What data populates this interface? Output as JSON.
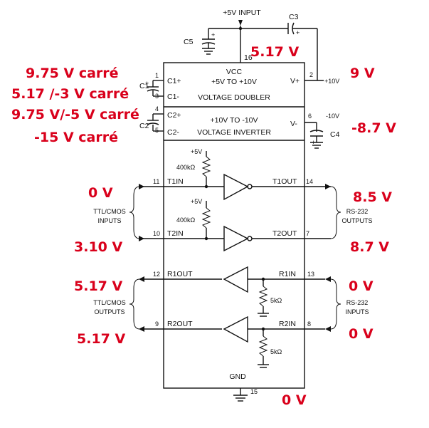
{
  "chip": {
    "vcc": "VCC",
    "doubler_line1": "+5V TO +10V",
    "doubler_line2": "VOLTAGE DOUBLER",
    "inverter_line1": "+10V TO -10V",
    "inverter_line2": "VOLTAGE INVERTER",
    "gnd": "GND"
  },
  "pins": {
    "c1p": "C1+",
    "c1m": "C1-",
    "c2p": "C2+",
    "c2m": "C2-",
    "vplus": "V+",
    "vminus": "V-",
    "t1in": "T1IN",
    "t2in": "T2IN",
    "t1out": "T1OUT",
    "t2out": "T2OUT",
    "r1out": "R1OUT",
    "r2out": "R2OUT",
    "r1in": "R1IN",
    "r2in": "R2IN",
    "n1": "1",
    "n2": "2",
    "n3": "3",
    "n4": "4",
    "n5": "5",
    "n6": "6",
    "n7": "7",
    "n8": "8",
    "n9": "9",
    "n10": "10",
    "n11": "11",
    "n12": "12",
    "n13": "13",
    "n14": "14",
    "n15": "15",
    "n16": "16"
  },
  "components": {
    "input5v": "+5V INPUT",
    "c1": "C1",
    "c2": "C2",
    "c3": "C3",
    "c4": "C4",
    "c5": "C5",
    "plus10v": "+10V",
    "minus10v": "-10V",
    "r_pull1": "400kΩ",
    "r_pull2": "400kΩ",
    "pull_v1": "+5V",
    "pull_v2": "+5V",
    "r_in1": "5kΩ",
    "r_in2": "5kΩ"
  },
  "groups": {
    "ttl_in_1": "TTL/CMOS",
    "ttl_in_2": "INPUTS",
    "ttl_out_1": "TTL/CMOS",
    "ttl_out_2": "OUTPUTS",
    "rs_out_1": "RS-232",
    "rs_out_2": "OUTPUTS",
    "rs_in_1": "RS-232",
    "rs_in_2": "INPUTS"
  },
  "annotations": {
    "vcc": "5.17 V",
    "vplus": "9 V",
    "c1p": "9.75 V carré",
    "c1m": "5.17 /-3 V carré",
    "c2p": "9.75 V/-5 V carré",
    "c2m": "-15 V carré",
    "vminus": "-8.7 V",
    "t1in": "0 V",
    "t2in": "3.10 V",
    "t1out": "8.5 V",
    "t2out": "8.7 V",
    "r1out": "5.17 V",
    "r2out": "5.17 V",
    "r1in": "0 V",
    "r2in": "0 V",
    "gnd": "0 V"
  }
}
